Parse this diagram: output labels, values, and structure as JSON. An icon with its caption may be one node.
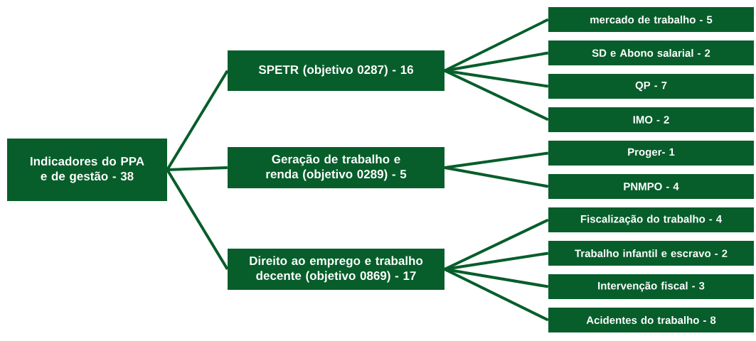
{
  "diagram": {
    "nodes": [
      {
        "text": [
          "Indicadores do PPA e de gestão - 38"
        ]
      },
      {
        "text": [
          "SPETR (objetivo 0287) - 16"
        ]
      },
      {
        "text": [
          "Geração de trabalho e renda (objetivo 0289) - 5"
        ]
      },
      {
        "text": [
          "Direito ao emprego e trabalho decente (objetivo 0869) - 17"
        ]
      },
      {
        "text": [
          "mercado de trabalho - 5"
        ]
      },
      {
        "text": [
          "SD e Abono salarial - 2"
        ]
      },
      {
        "text": [
          "QP - 7"
        ]
      },
      {
        "text": [
          "IMO - 2"
        ]
      },
      {
        "text": [
          "Proger- 1"
        ]
      },
      {
        "text": [
          "PNMPO - 4"
        ]
      },
      {
        "text": [
          "Fiscalização do trabalho - 4"
        ]
      },
      {
        "text": [
          "Trabalho infantil e escravo - 2"
        ]
      },
      {
        "text": [
          "Intervenção fiscal - 3"
        ]
      },
      {
        "text": [
          "Acidentes do trabalho - 8"
        ]
      }
    ],
    "edges": [
      {
        "from": 0,
        "to": 1,
        "arrow": "none"
      },
      {
        "from": 0,
        "to": 2,
        "arrow": "none"
      },
      {
        "from": 0,
        "to": 3,
        "arrow": "none"
      },
      {
        "from": 1,
        "to": 4,
        "arrow": "none"
      },
      {
        "from": 1,
        "to": 5,
        "arrow": "none"
      },
      {
        "from": 1,
        "to": 6,
        "arrow": "none"
      },
      {
        "from": 1,
        "to": 7,
        "arrow": "none"
      },
      {
        "from": 2,
        "to": 8,
        "arrow": "none"
      },
      {
        "from": 2,
        "to": 9,
        "arrow": "none"
      },
      {
        "from": 3,
        "to": 10,
        "arrow": "none"
      },
      {
        "from": 3,
        "to": 11,
        "arrow": "none"
      },
      {
        "from": 3,
        "to": 12,
        "arrow": "none"
      },
      {
        "from": 3,
        "to": 13,
        "arrow": "none"
      }
    ]
  }
}
